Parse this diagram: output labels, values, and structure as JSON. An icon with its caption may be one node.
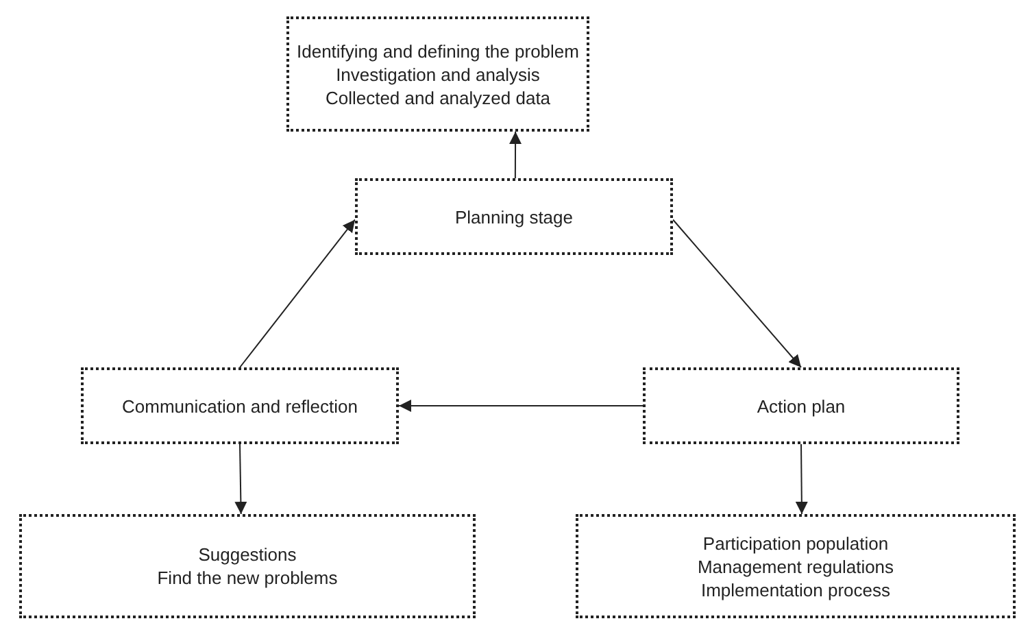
{
  "diagram": {
    "nodes": [
      {
        "text": [
          "Identifying and defining the problem",
          "Investigation and analysis",
          "Collected and analyzed data"
        ]
      },
      {
        "text": [
          "Planning stage"
        ]
      },
      {
        "text": [
          "Communication and reflection"
        ]
      },
      {
        "text": [
          "Action plan"
        ]
      },
      {
        "text": [
          "Suggestions",
          "Find the new problems"
        ]
      },
      {
        "text": [
          "Participation population",
          "Management regulations",
          "Implementation process"
        ]
      }
    ],
    "edges": [
      {
        "from": 1,
        "to": 0,
        "arrow": "to"
      },
      {
        "from": 1,
        "to": 3,
        "arrow": "to"
      },
      {
        "from": 3,
        "to": 2,
        "arrow": "to"
      },
      {
        "from": 2,
        "to": 1,
        "arrow": "to"
      },
      {
        "from": 2,
        "to": 4,
        "arrow": "to"
      },
      {
        "from": 3,
        "to": 5,
        "arrow": "to"
      }
    ]
  }
}
